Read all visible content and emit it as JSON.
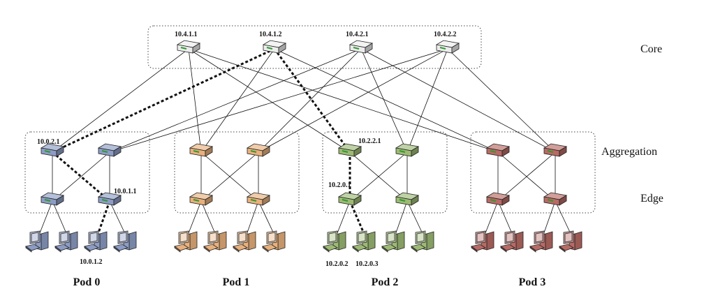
{
  "layers": {
    "core": "Core",
    "aggregation": "Aggregation",
    "edge": "Edge"
  },
  "pods": [
    {
      "label": "Pod 0",
      "color": "#8c9cc4"
    },
    {
      "label": "Pod 1",
      "color": "#e8b07c"
    },
    {
      "label": "Pod 2",
      "color": "#9dba74"
    },
    {
      "label": "Pod 3",
      "color": "#b86a64"
    }
  ],
  "core_color": "#ececec",
  "address_labels": {
    "core_1": "10.4.1.1",
    "core_2": "10.4.1.2",
    "core_3": "10.4.2.1",
    "core_4": "10.4.2.2",
    "pod0_agg_1": "10.0.2.1",
    "pod0_edge_2": "10.0.1.1",
    "pod0_host_3": "10.0.1.2",
    "pod2_agg_1": "10.2.2.1",
    "pod2_edge_1": "10.2.0.1",
    "pod2_host_1": "10.2.0.2",
    "pod2_host_2": "10.2.0.3"
  }
}
